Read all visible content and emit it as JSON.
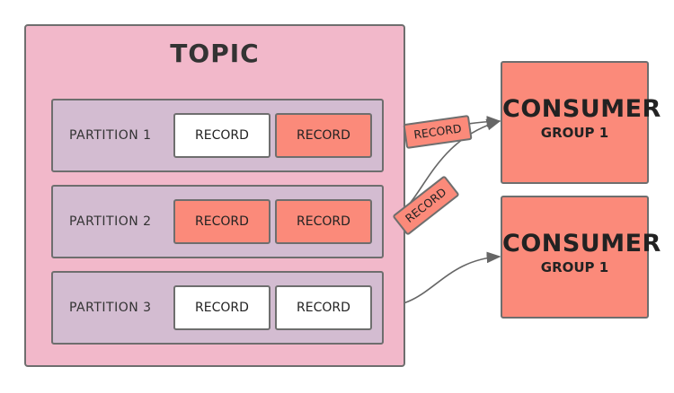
{
  "topic": {
    "title": "TOPIC"
  },
  "partitions": [
    {
      "label": "PARTITION 1",
      "records": [
        {
          "label": "RECORD",
          "state": "unread"
        },
        {
          "label": "RECORD",
          "state": "read"
        }
      ]
    },
    {
      "label": "PARTITION 2",
      "records": [
        {
          "label": "RECORD",
          "state": "read"
        },
        {
          "label": "RECORD",
          "state": "read"
        }
      ]
    },
    {
      "label": "PARTITION 3",
      "records": [
        {
          "label": "RECORD",
          "state": "unread"
        },
        {
          "label": "RECORD",
          "state": "unread"
        }
      ]
    }
  ],
  "in_flight": [
    {
      "label": "RECORD"
    },
    {
      "label": "RECORD"
    }
  ],
  "consumers": [
    {
      "title": "CONSUMER",
      "subtitle": "GROUP 1"
    },
    {
      "title": "CONSUMER",
      "subtitle": "GROUP 1"
    }
  ],
  "colors": {
    "topic": "#f2b8ca",
    "partition": "#d3bcd1",
    "record_read": "#fb8a7a",
    "record_unread": "#ffffff",
    "consumer": "#fb8a7a",
    "border": "#6e6e6e",
    "arrow": "#666666"
  }
}
